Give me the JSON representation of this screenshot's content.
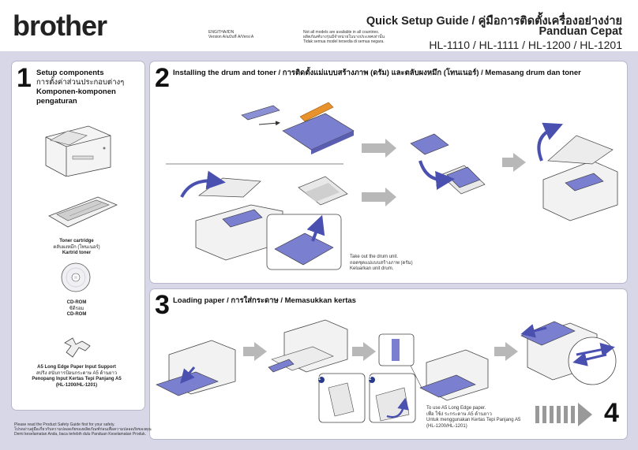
{
  "header": {
    "brand": "brother",
    "version_line1": "ENG/THA/IDN",
    "version_line2": "Version A/ฉบับที่ A/Versi A",
    "availability_en": "Not all models are available in all countries.",
    "availability_th": "ผลิตภัณฑ์บางรุ่นมีจำหน่ายในบางประเทศเท่านั้น",
    "availability_id": "Tidak semua model tersedia di semua negara.",
    "title": "Quick Setup Guide / คู่มือการติดตั้งเครื่องอย่างง่าย",
    "title_id": "Panduan Cepat",
    "models": "HL-1110 / HL-1111 / HL-1200 / HL-1201"
  },
  "step1": {
    "number": "1",
    "title_en": "Setup components",
    "title_th": "การตั้งค่าส่วนประกอบต่างๆ",
    "title_id": "Komponen-komponen pengaturan",
    "toner_en": "Toner cartridge",
    "toner_th": "ตลับผงหมึก (โทนเนอร์)",
    "toner_id": "Kartrid toner",
    "cd_en": "CD-ROM",
    "cd_th": "ซีดีรอม",
    "cd_id": "CD-ROM",
    "a5_en": "A5 Long Edge Paper Input Support",
    "a5_th": "สปริง สนับการป้อนกระดาษ A5 ด้านยาว",
    "a5_id": "Penopang Input Kertas Tepi Panjang A5",
    "a5_models": "(HL-1200/HL-1201)"
  },
  "step2": {
    "number": "2",
    "title": "Installing the drum and toner / การติดตั้งแม่แบบสร้างภาพ (ดรัม) และตลับผงหมึก (โทนเนอร์) / Memasang drum dan toner",
    "note_en": "Take out the drum unit.",
    "note_th": "ถอดชุดแม่แบบสร้างภาพ (ดรัม)",
    "note_id": "Keluarkan unit drum."
  },
  "step3": {
    "number": "3",
    "title": "Loading paper / การใส่กระดาษ / Memasukkan kertas",
    "note_en": "To use A5 Long Edge paper.",
    "note_th": "เพื่อ ใช้ง่ ระกระดาษ A5 ด้านยาว",
    "note_id": "Untuk menggunakan Kertas Tepi Panjang A5",
    "note_models": "(HL-1200/HL-1201)",
    "marker1": "1",
    "marker2": "2"
  },
  "next_step": "4",
  "footer": {
    "safety_en": "Please read the Product Safety Guide first for your safety.",
    "safety_th": "โปรดอ่านคู่มือเกี่ยวกับความปลอดภัยของผลิตภัณฑ์ก่อนเพื่อความปลอดภัยของคุณ",
    "safety_id": "Demi keselamatan Anda, baca terlebih dulu Panduan Keselamatan Produk."
  },
  "colors": {
    "band": "#d7d7e8",
    "accent_blue": "#6a6fc8",
    "toner_orange": "#e8922c"
  }
}
